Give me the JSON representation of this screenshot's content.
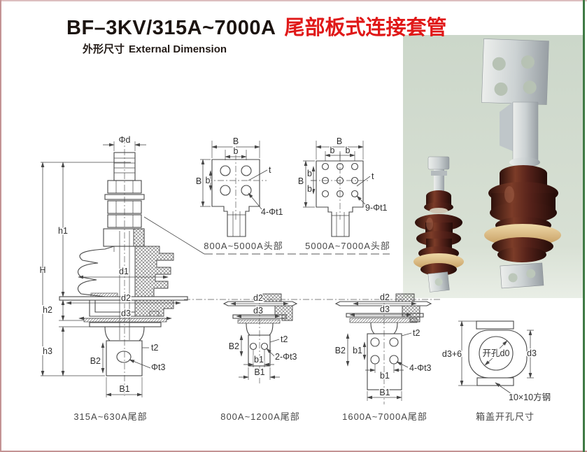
{
  "page": {
    "title": {
      "model": "BF–3KV/315A~7000A",
      "name_cn": "尾部板式连接套管"
    },
    "subtitle": {
      "cn": "外形尺寸",
      "en": "External Dimension"
    },
    "colors": {
      "title_red": "#e01818",
      "line": "#474747",
      "border_rose": "#c49394",
      "border_green": "#3f7a44",
      "photo_bg": "#cfd9cd",
      "porcelain_brown": "#55241c",
      "gasket_cream": "#d9b97e",
      "metal_silver": "#c9cdd1"
    }
  },
  "drawings": {
    "main": {
      "caption": "315A~630A尾部",
      "dims": {
        "phi_d": "Φd",
        "h1": "h1",
        "H": "H",
        "d1": "d1",
        "d2": "d2",
        "h2": "h2",
        "d3": "d3",
        "h3": "h3",
        "B2": "B2",
        "t2": "t2",
        "phi_t3": "Φt3",
        "B1": "B1"
      }
    },
    "head_small": {
      "caption": "800A~5000A头部",
      "dims": {
        "B_top": "B",
        "b_top": "b",
        "t": "t",
        "B_left": "B",
        "b_left": "b",
        "holes": "4-Φt1"
      }
    },
    "head_large": {
      "caption": "5000A~7000A头部",
      "dims": {
        "B_top": "B",
        "b_top_1": "b",
        "b_top_2": "b",
        "t": "t",
        "B_left": "B",
        "b_left_1": "b",
        "b_left_2": "b",
        "holes": "9-Φt1"
      }
    },
    "tail_mid": {
      "caption": "800A~1200A尾部",
      "dims": {
        "d2": "d2",
        "d3": "d3",
        "B2": "B2",
        "t2": "t2",
        "holes": "2-Φt3",
        "b1": "b1",
        "B1": "B1"
      }
    },
    "tail_large": {
      "caption": "1600A~7000A尾部",
      "dims": {
        "d2": "d2",
        "d3": "d3",
        "B2": "B2",
        "b1_v": "b1",
        "t2": "t2",
        "holes": "4-Φt3",
        "b1_h": "b1",
        "B1": "B1"
      }
    },
    "cover": {
      "caption": "箱盖开孔尺寸",
      "dims": {
        "height_total": "d3+6",
        "hole": "开孔d0",
        "diameter": "d3",
        "bar": "10×10方钢"
      }
    }
  }
}
